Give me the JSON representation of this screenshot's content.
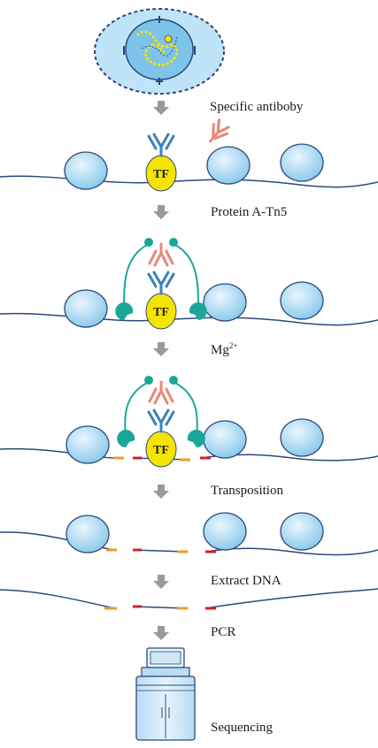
{
  "steps": {
    "antibody": "Specific  antiboby",
    "protein_a_tn5": "Protein A-Tn5",
    "mg": "Mg",
    "mg_superscript": "2+",
    "transposition": "Transposition",
    "extract_dna": "Extract DNA",
    "pcr": "PCR",
    "sequencing": "Sequencing"
  },
  "tf_label": "TF",
  "colors": {
    "dna": "#2b4a7a",
    "nucleosome": "#a9d8f0",
    "tf": "#f5e400",
    "primary_antibody": "#3b82b8",
    "secondary_antibody": "#e8877a",
    "tn5": "#1aa79a",
    "adapter_orange": "#f09a2a",
    "adapter_red": "#d0202a",
    "arrow": "#9a9a9a",
    "cell": "#bfe3f7",
    "nucleus": "#7ec3ea",
    "sequencer": "#cfe6f7"
  }
}
